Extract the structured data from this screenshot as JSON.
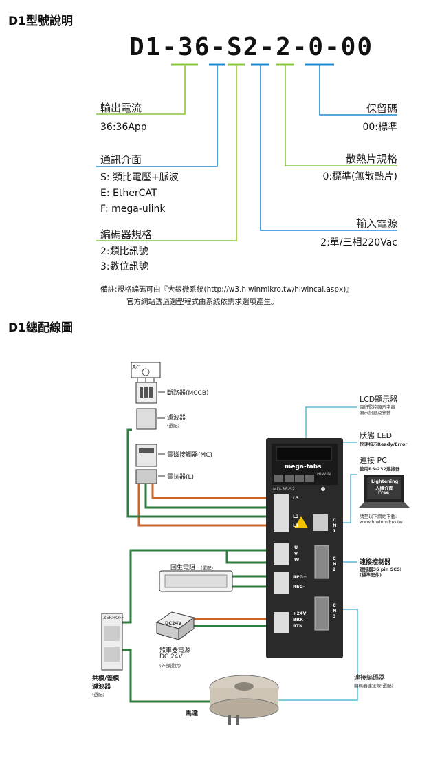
{
  "section1": {
    "title": "D1型號說明",
    "model_code": "D1-36-S2-2-0-00",
    "fields": {
      "output_current": {
        "label": "輸出電流",
        "values": [
          "36:36App"
        ]
      },
      "communication": {
        "label": "通訊介面",
        "values": [
          "S: 類比電壓+脈波",
          "E: EtherCAT",
          "F: mega-ulink"
        ]
      },
      "encoder": {
        "label": "編碼器規格",
        "values": [
          "2:類比訊號",
          "3:數位訊號"
        ]
      },
      "reserved": {
        "label": "保留碼",
        "values": [
          "00:標準"
        ]
      },
      "heatsink": {
        "label": "散熱片規格",
        "values": [
          "0:標準(無散熱片)"
        ]
      },
      "input_power": {
        "label": "輸入電源",
        "values": [
          "2:單/三相220Vac"
        ]
      }
    },
    "note_line1": "備註:規格編碼可由『大銀微系統(http://w3.hiwinmikro.tw/hiwincal.aspx)』",
    "note_line2": "官方網站透過選型程式由系統依需求選項產生。"
  },
  "section2": {
    "title": "D1總配線圖",
    "labels": {
      "mccb": "斷路器(MCCB)",
      "filter": "濾波器",
      "filter_sub": "(選配)",
      "mc": "電磁接觸器(MC)",
      "reactor": "電抗器(L)",
      "regen": "回生電阻",
      "regen_sub": "(選配)",
      "brake_psu_1": "煞車器電源",
      "brake_psu_2": "DC 24V",
      "brake_psu_sub": "(外部提供)",
      "dc24v": "DC24V",
      "cm_filter_1": "共模/差模",
      "cm_filter_2": "濾波器",
      "cm_filter_sub": "(選配)",
      "motor": "馬達",
      "lcd": "LCD顯示器",
      "lcd_sub1": "兩行監控顯示字串",
      "lcd_sub2": "顯示訊息及參數",
      "status_led": "狀態 LED",
      "status_led_sub": "快速指示Ready/Error",
      "pc": "連接 PC",
      "pc_sub": "使用RS-232連接器",
      "laptop_1": "Lightening",
      "laptop_2": "人機介面",
      "laptop_3": "Free",
      "download_1": "請至以下網站下載:",
      "download_2": "www.hiwinmikro.tw",
      "controller": "連接控制器",
      "controller_sub1": "連接器36 pin SCSI",
      "controller_sub2": "(標準配件)",
      "encoder": "連接編碼器",
      "encoder_sub": "編碼器連接線(選配)",
      "brand": "mega-fabs",
      "brand_sub": "HIWIN",
      "model_small": "MD-36-S2",
      "ac": "AC",
      "port_l3": "L3",
      "port_l2": "L2",
      "port_l1": "L1",
      "port_u": "U",
      "port_v": "V",
      "port_w": "W",
      "port_regp": "REG+",
      "port_regn": "REG-",
      "port_24v": "+24V",
      "port_brk": "BRK",
      "port_rtn": "RTN",
      "cn1": "CN1",
      "cn2": "CN2",
      "cn3": "CN3",
      "filter_name": "ZERHOFF"
    }
  },
  "colors": {
    "green": "#8cc63f",
    "blue": "#1e8bd0",
    "wire_green": "#2e7d3e",
    "wire_orange": "#c8652a",
    "wire_blue": "#5bb8d6",
    "drive_body": "#2a2a2a"
  }
}
